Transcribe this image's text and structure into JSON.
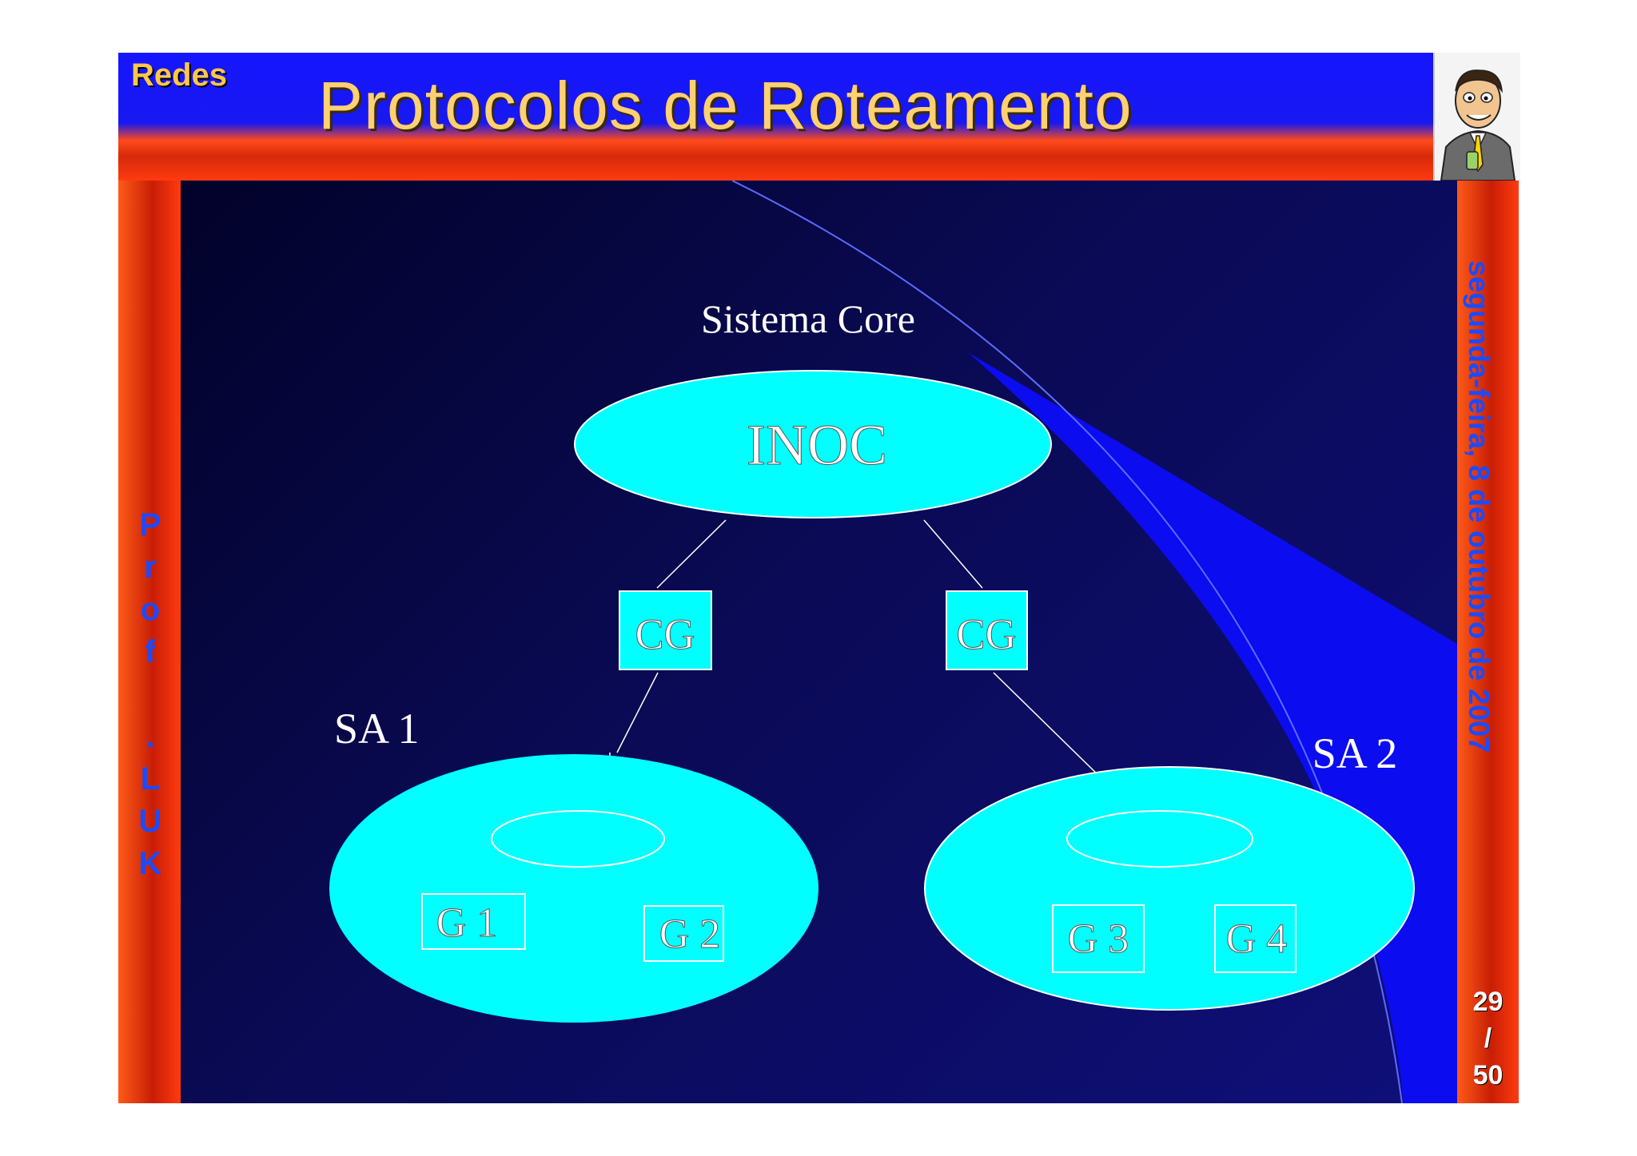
{
  "header": {
    "course": "Redes",
    "title": "Protocolos de Roteamento"
  },
  "author_vertical": [
    "P",
    "r",
    "o",
    "f",
    " ",
    ".",
    "L",
    "U",
    "K"
  ],
  "date": "segunda-feira, 8 de outubro de 2007",
  "page": {
    "current": "29",
    "separator": "/",
    "total": "50"
  },
  "diagram": {
    "core_label": "Sistema Core",
    "core_node": "INOC",
    "core_gateways": [
      "CG",
      "CG"
    ],
    "as1_label": "SA 1",
    "as2_label": "SA 2",
    "gateways": [
      "G 1",
      "G 2",
      "G 3",
      "G 4"
    ]
  },
  "colors": {
    "node_fill": "#00ffff",
    "background": "#0a0a55",
    "header_blue": "#1515ff",
    "border_red": "#ff3a10",
    "title_text": "#ffd072"
  }
}
